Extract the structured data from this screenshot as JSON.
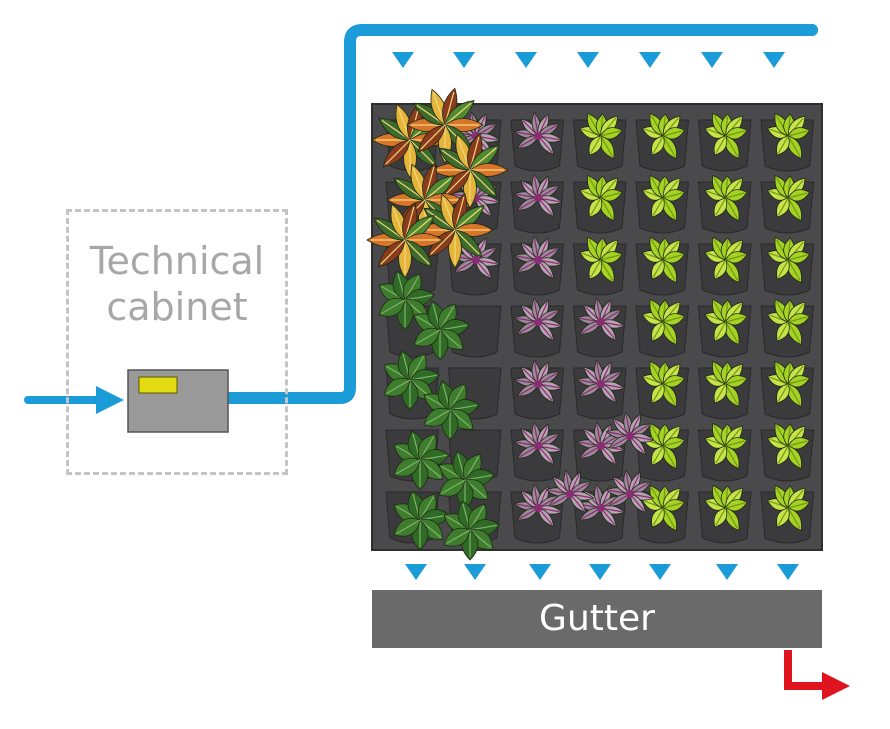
{
  "labels": {
    "cabinet": [
      "Technical",
      "cabinet"
    ],
    "gutter": "Gutter"
  },
  "colors": {
    "water_pipe": "#1b9cd8",
    "drain": "#e0141e",
    "panel": "#4a4a4c",
    "gutter": "#6a6a6a",
    "pump_body": "#9a9a9a",
    "pump_indicator": "#e3dc12",
    "cabinet_border": "#c4c4c4",
    "cabinet_text": "#a7a7a7",
    "plant_lime": "#a6d125",
    "plant_purple": "#8a2c73",
    "plant_green": "#3f7d2e",
    "plant_orange": "#d9752a"
  },
  "icons": {
    "pump": "pump-icon",
    "inlet": "water-inlet-arrow-icon",
    "drip": "drip-arrow-icon",
    "drain": "drain-arrow-icon"
  },
  "grid": {
    "columns": 7,
    "rows": 7,
    "top_drips": 7,
    "bottom_drips": 7
  }
}
